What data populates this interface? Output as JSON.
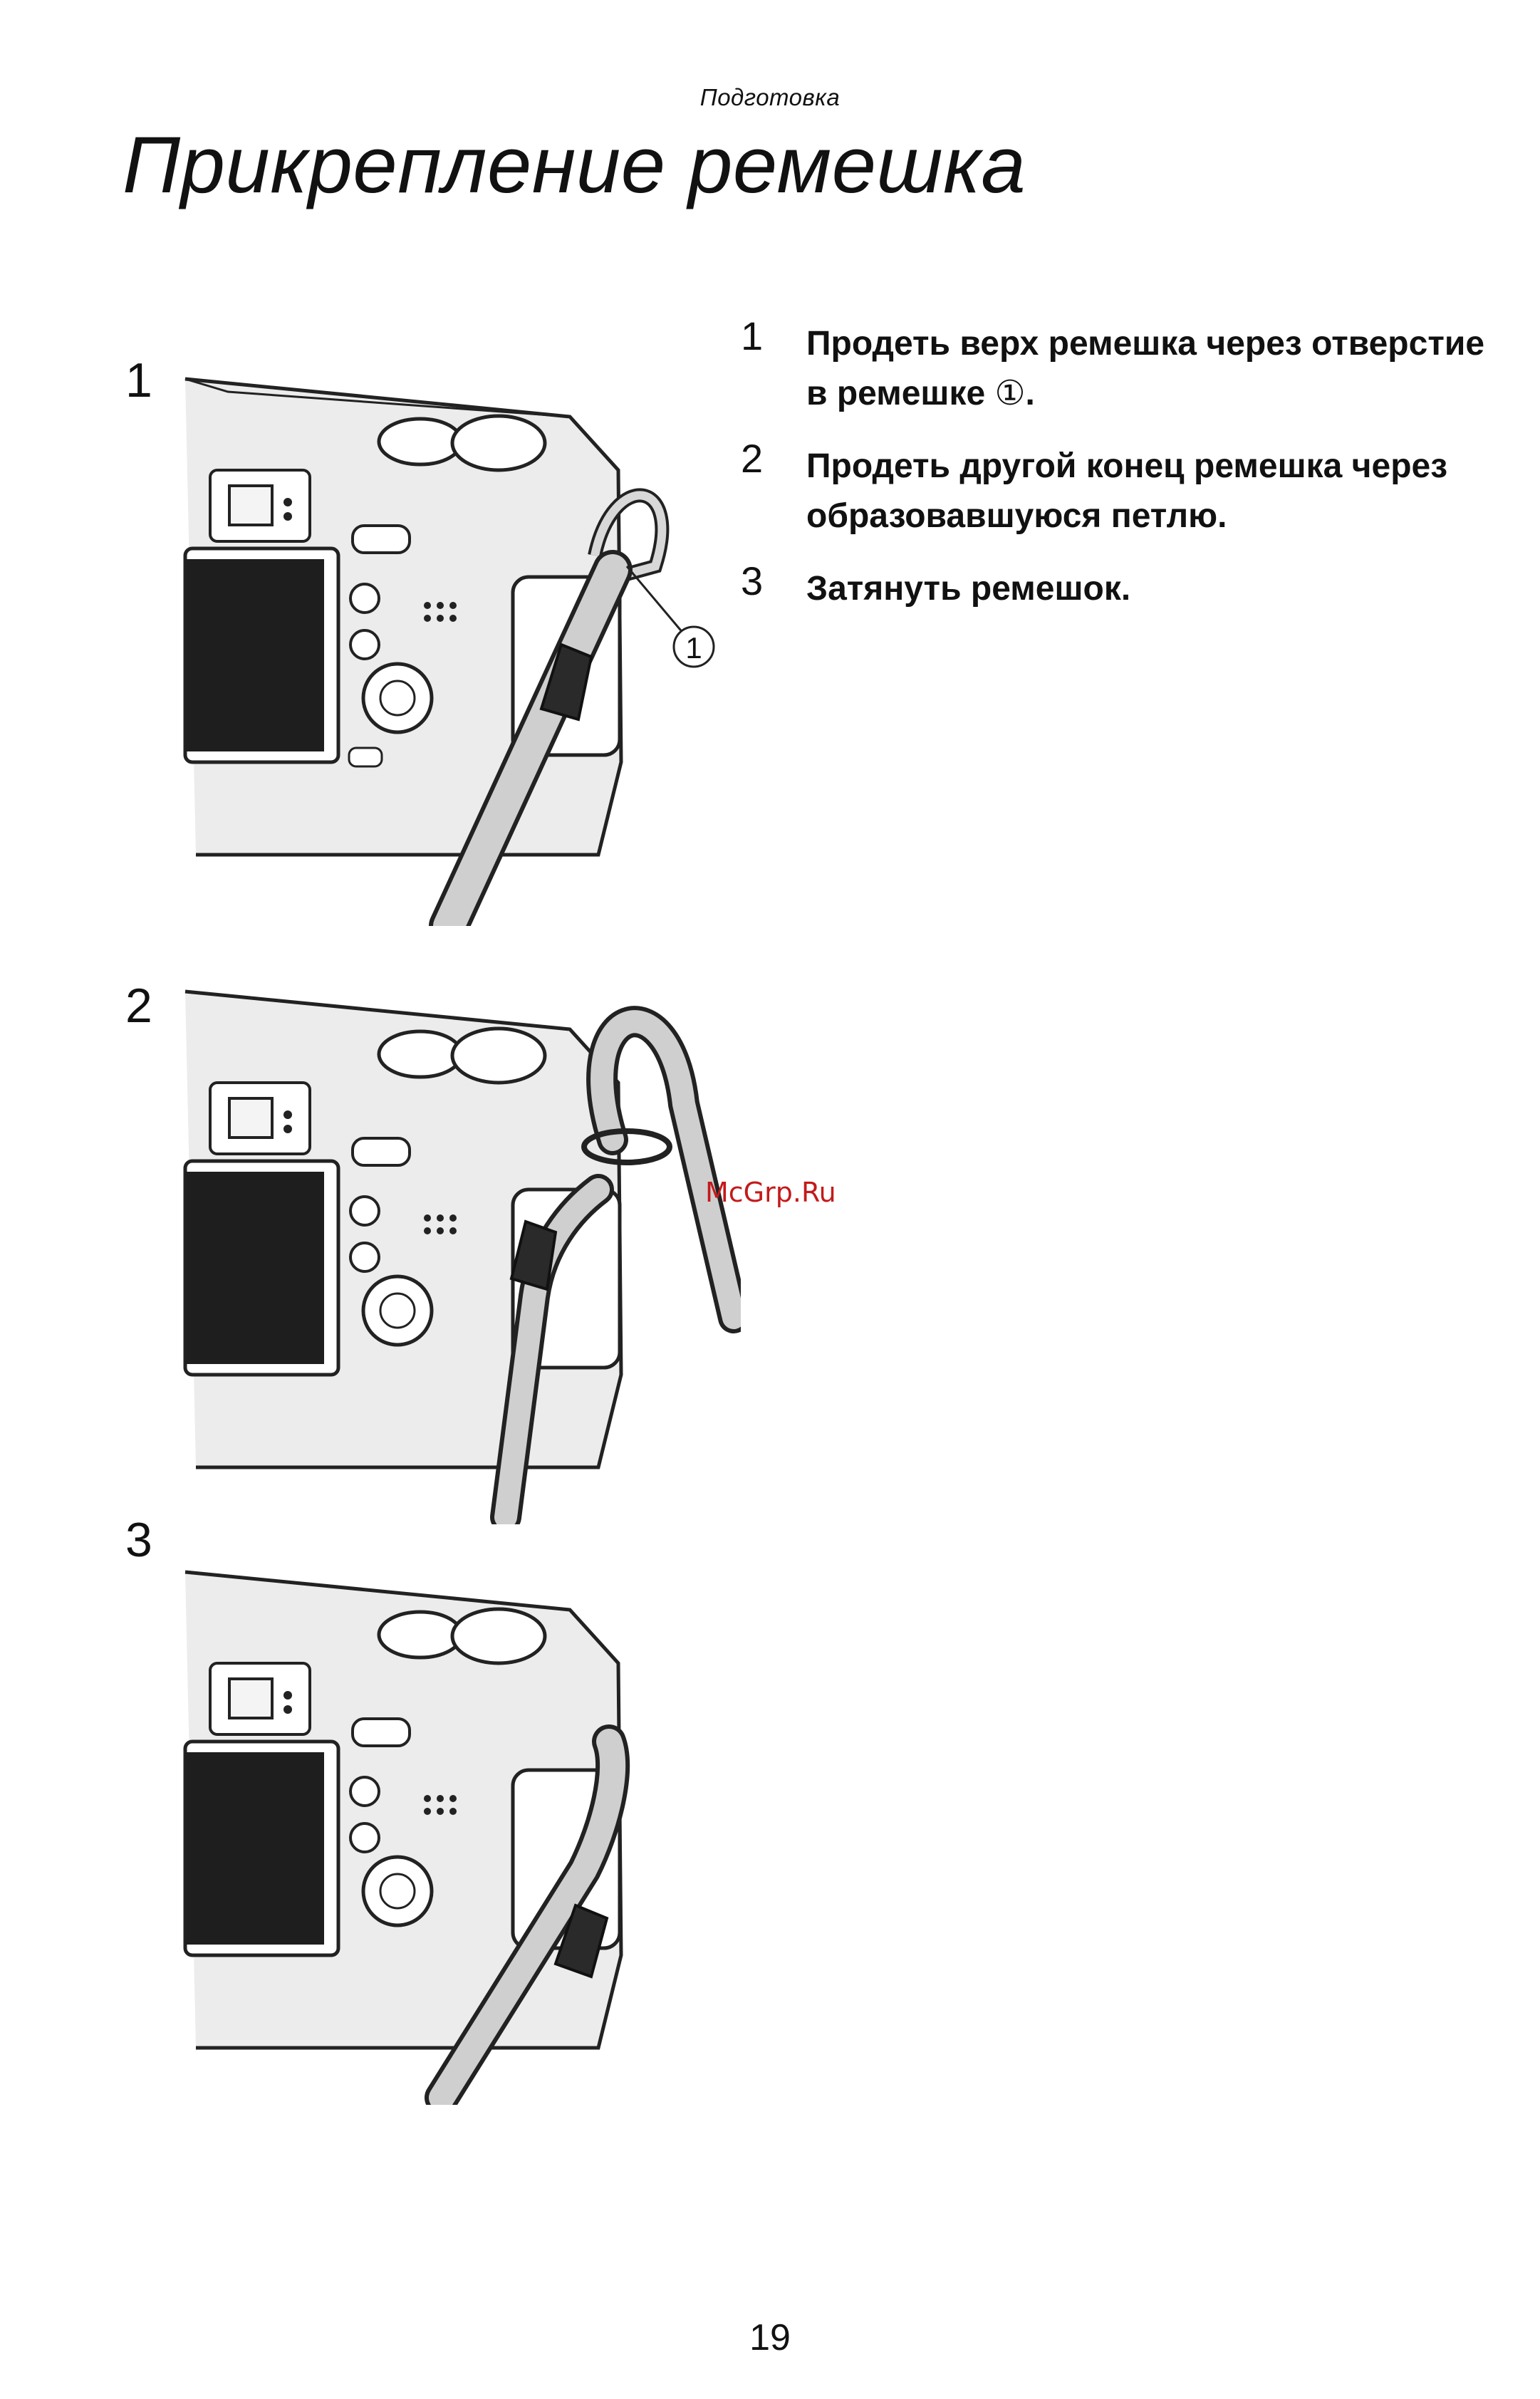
{
  "header": {
    "section": "Подготовка",
    "title": "Прикрепление ремешка"
  },
  "figures": [
    {
      "number": "1",
      "callout": "1"
    },
    {
      "number": "2"
    },
    {
      "number": "3"
    }
  ],
  "steps": [
    {
      "number": "1",
      "text": "Продеть верх ремешка через отверстие в ремешке",
      "ref": "①",
      "end": "."
    },
    {
      "number": "2",
      "text": "Продеть другой конец ремешка через образовавшуюся петлю."
    },
    {
      "number": "3",
      "text": "Затянуть ремешок."
    }
  ],
  "watermark": "McGrp.Ru",
  "page_number": "19"
}
